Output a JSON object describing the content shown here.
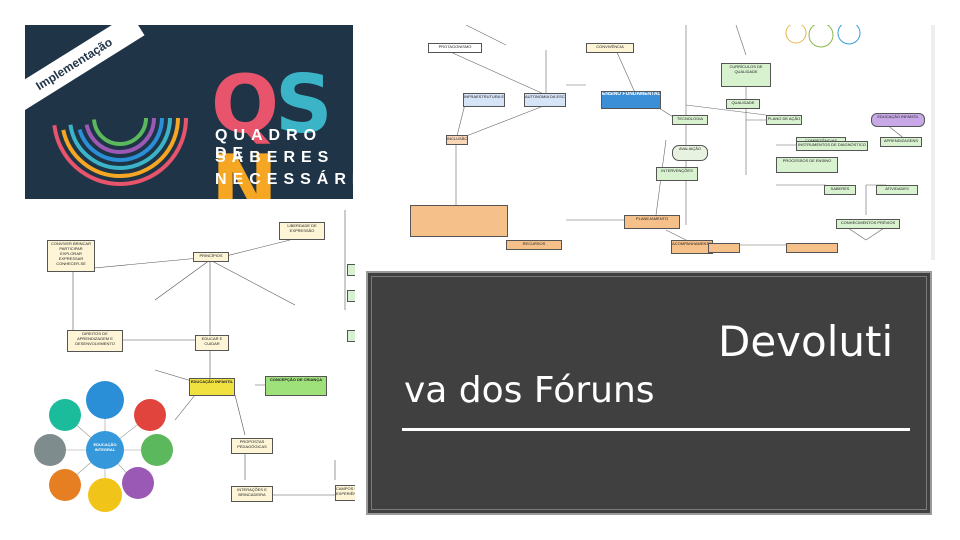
{
  "slide": {
    "title_line1": "Devoluti",
    "title_line2": "va dos Fóruns"
  },
  "logo": {
    "ribbon": "Implementação",
    "letters": [
      "Q",
      "S",
      "N"
    ],
    "letter_colors": [
      "#e8546b",
      "#3cb4c8",
      "#f5a623"
    ],
    "line1": "QUADRO DE",
    "line2": "SABERES",
    "line3": "NECESSÁRIOS"
  },
  "map_top": {
    "nodes": [
      "PROTAGONISMO",
      "CONVIVÊNCIA",
      "ENSINO FUNDAMENTAL",
      "INFRAESTRUTURA E RECURSOS",
      "AUTONOMIA DA ESCOLA",
      "CURRÍCULOS DE QUALIDADE",
      "INCLUSÃO",
      "TECNOLOGIA",
      "QUALIDADE",
      "PLANO DE AÇÃO",
      "EDUCAÇÃO INFANTIL",
      "COMPETÊNCIAS",
      "APRENDIZAGENS",
      "INSTRUMENTOS DE DIAGNÓSTICO",
      "PROCESSOS DE ENSINO",
      "SABERES",
      "ATIVIDADES",
      "INTERVENÇÕES",
      "AVALIAÇÃO",
      "CONHECIMENTOS PRÉVIOS",
      "RECURSOS",
      "PLANEJAMENTO",
      "ACOMPANHAMENTO"
    ]
  },
  "map_left": {
    "nodes": [
      "CONVIVER BRINCAR PARTICIPAR EXPLORAR EXPRESSAR CONHECER-SE",
      "PRINCÍPIOS",
      "LIBERDADE DE EXPRESSÃO",
      "DIREITOS DE APRENDIZAGEM E DESENVOLVIMENTO",
      "EDUCAR E CUIDAR",
      "EDUCAÇÃO INFANTIL",
      "CONCEPÇÃO DE CRIANÇA",
      "EDUCAÇÃO INTEGRAL",
      "PROPOSTAS PEDAGÓGICAS",
      "INTERAÇÕES E BRINCADEIRA",
      "CAMPOS DE EXPERIÊNCIA"
    ],
    "circle_colors": [
      "#2a8fd6",
      "#e0443c",
      "#5cb85c",
      "#9b59b6",
      "#f0c419",
      "#e67e22",
      "#7f8c8d",
      "#1abc9c",
      "#3498db"
    ]
  }
}
